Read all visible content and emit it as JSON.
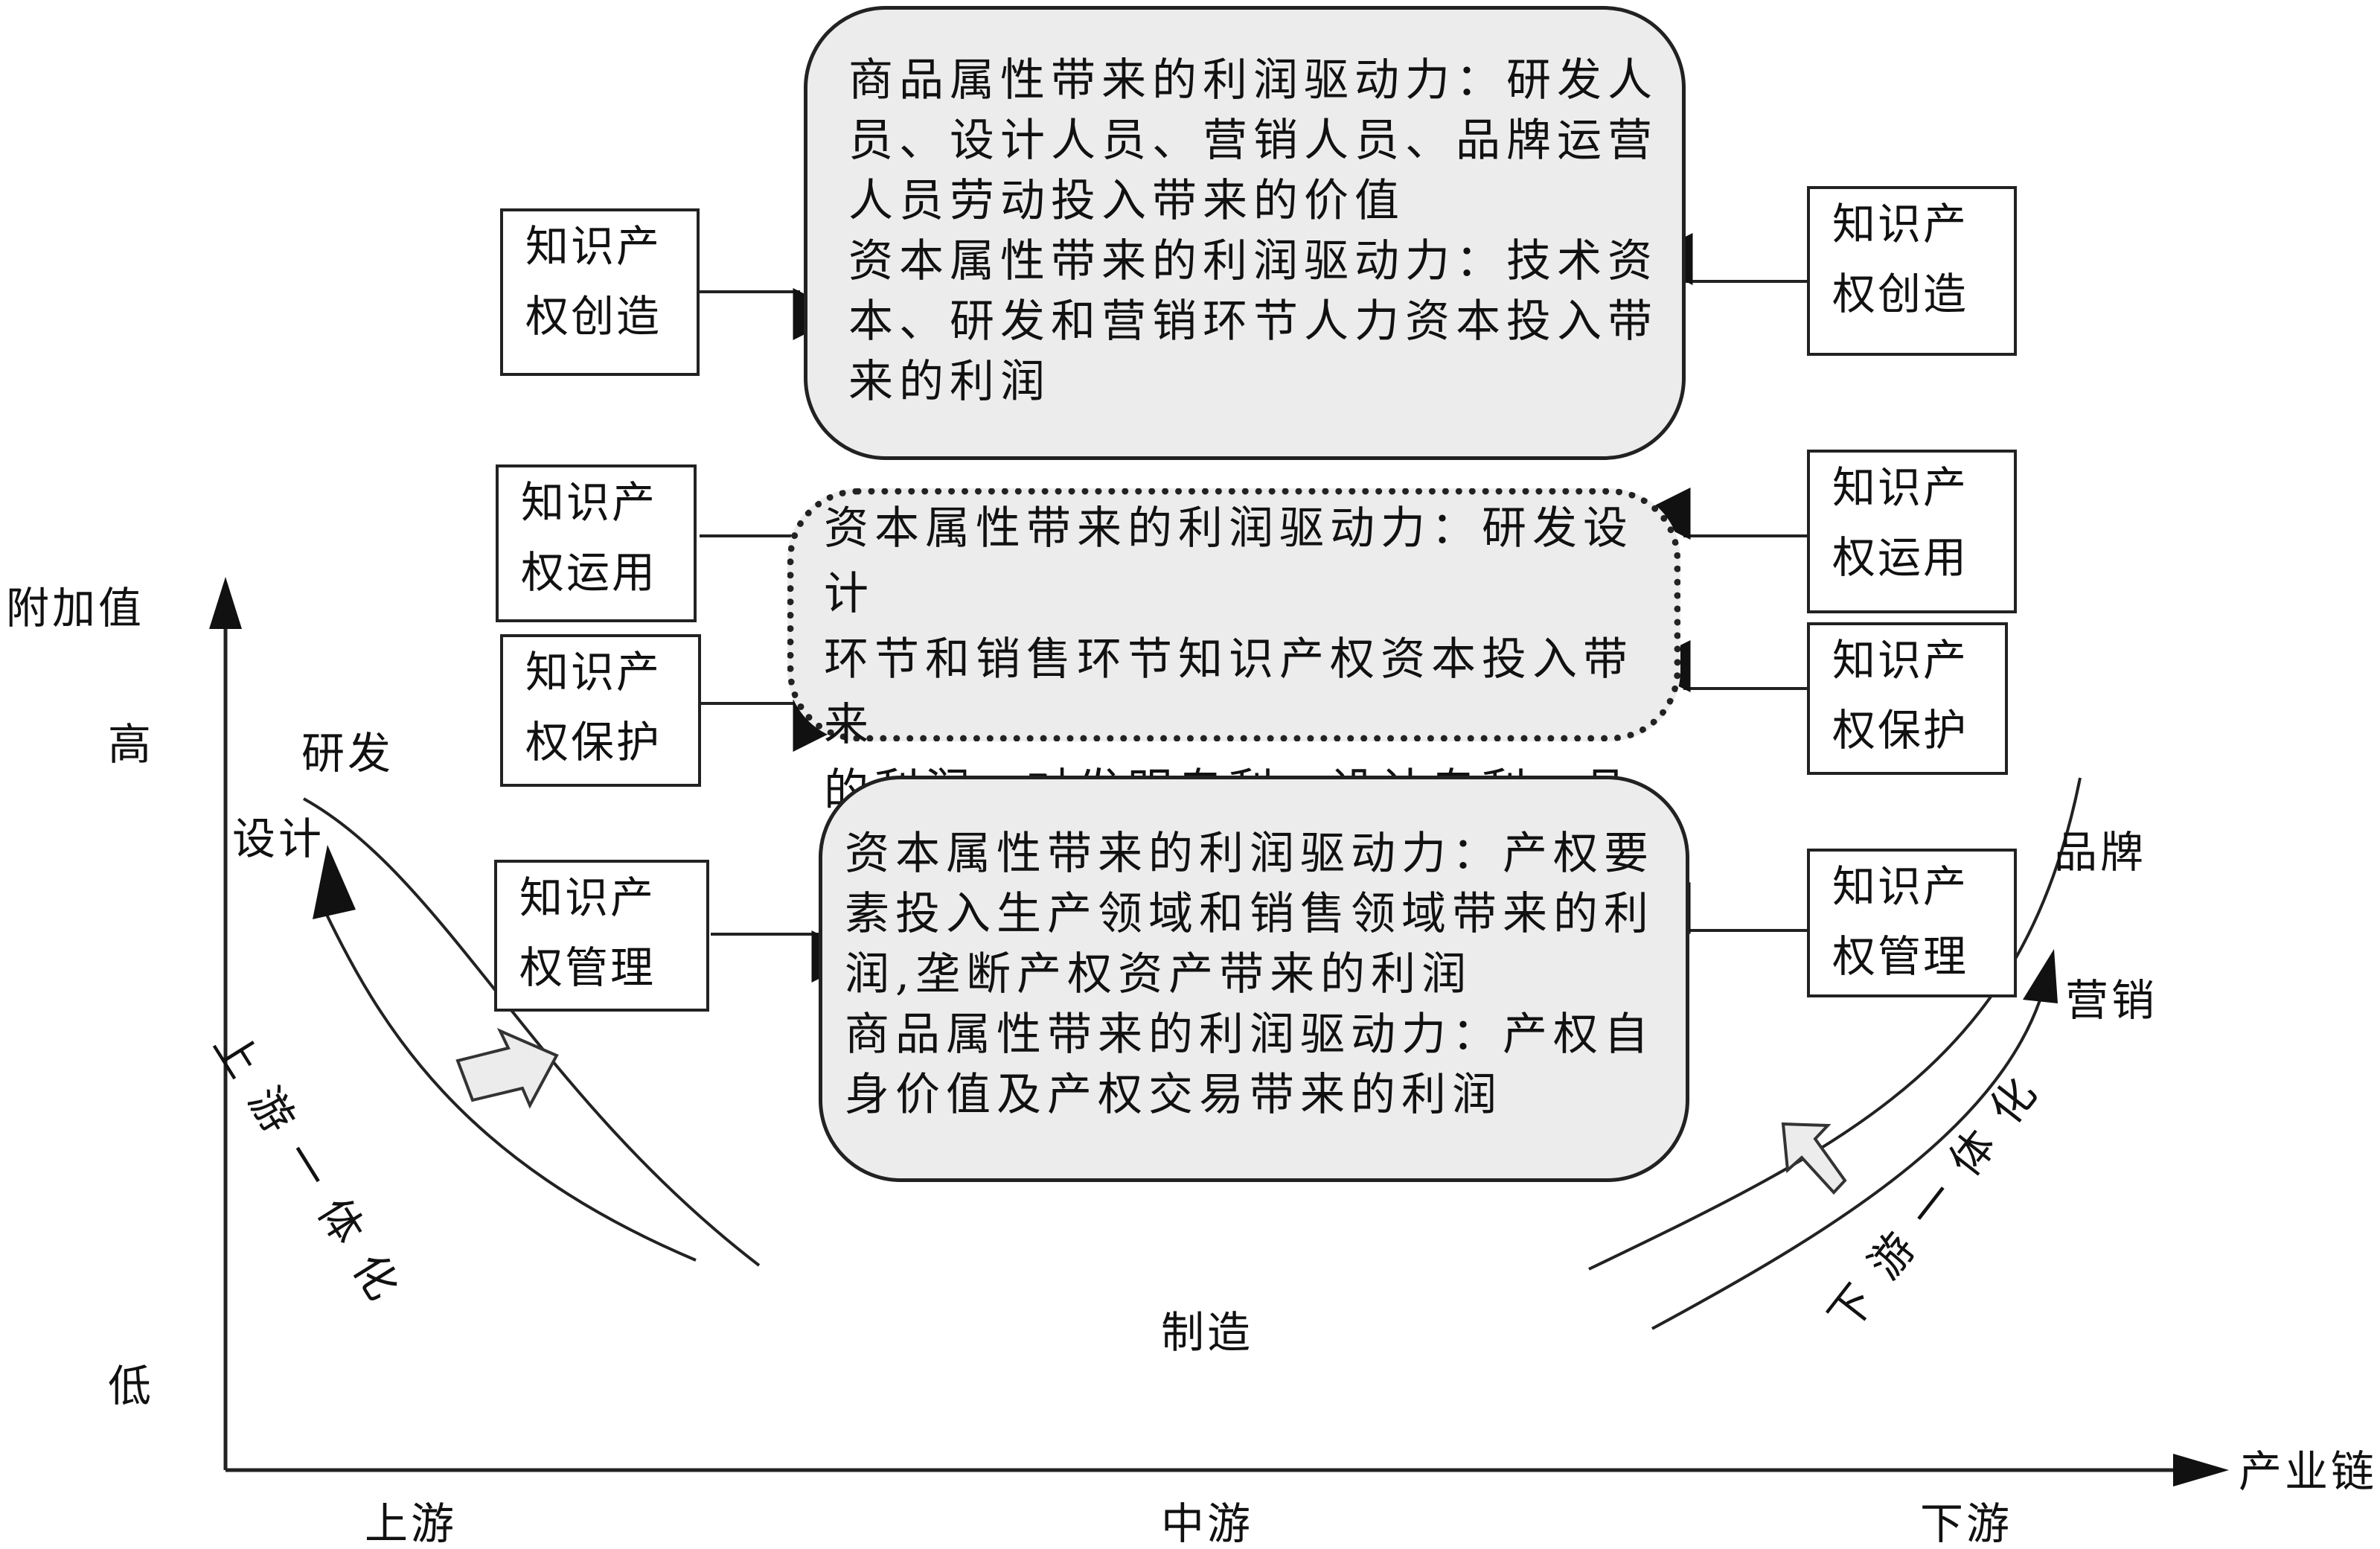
{
  "axis": {
    "y_label": "附加值",
    "y_high": "高",
    "y_low": "低",
    "x_label": "产业链",
    "x_upstream": "上游",
    "x_midstream": "中游",
    "x_downstream": "下游"
  },
  "curve_labels": {
    "rnd": "研发",
    "design": "设计",
    "manufacturing": "制造",
    "brand": "品牌",
    "marketing": "营销",
    "upstream_integration": "上游一体化",
    "downstream_integration": "下游一体化"
  },
  "ip_boxes": {
    "creation": "知识产\n权创造",
    "use": "知识产\n权运用",
    "protection": "知识产\n权保护",
    "management": "知识产\n权管理"
  },
  "profit_boxes": {
    "top": "商品属性带来的利润驱动力：研发人\n员、设计人员、营销人员、品牌运营\n人员劳动投入带来的价值\n资本属性带来的利润驱动力：技术资\n本、研发和营销环节人力资本投入带\n来的利润",
    "middle": "资本属性带来的利润驱动力：研发设计\n环节和销售环节知识产权资本投入带来\n的利润；对发明专利、设计专利、品\n牌、服务专利垄断带来的租金利润",
    "bottom": "资本属性带来的利润驱动力：产权要\n素投入生产领域和销售领域带来的利\n润,垄断产权资产带来的利润\n商品属性带来的利润驱动力：产权自\n身价值及产权交易带来的利润"
  }
}
